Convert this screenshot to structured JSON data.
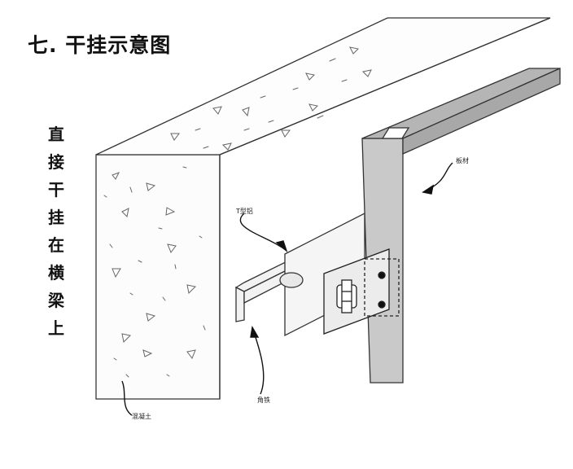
{
  "title": "七. 干挂示意图",
  "vertical_caption": [
    "直",
    "接",
    "干",
    "挂",
    "在",
    "横",
    "梁",
    "上"
  ],
  "labels": {
    "panel": "板材",
    "t_connector": "T型铝",
    "angle_iron": "角铁",
    "concrete": "混凝土"
  }
}
